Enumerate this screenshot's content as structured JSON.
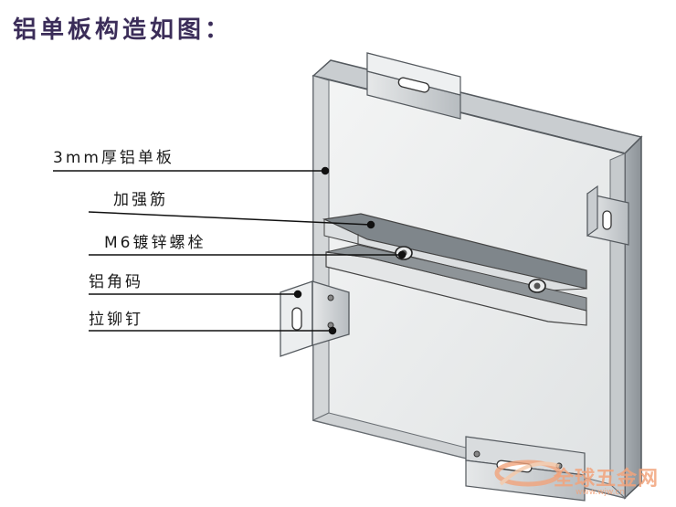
{
  "title": "铝单板构造如图：",
  "callouts": [
    {
      "id": "panel",
      "label": "3mm厚铝单板"
    },
    {
      "id": "rib",
      "label": "加强筋"
    },
    {
      "id": "bolt",
      "label": "M6镀锌螺栓"
    },
    {
      "id": "angle",
      "label": "铝角码"
    },
    {
      "id": "rivet",
      "label": "拉铆钉"
    }
  ],
  "watermark": {
    "brand": "全球五金网",
    "url": "www.wjw.cn"
  },
  "colors": {
    "title": "#3b2d59",
    "panel_face": "#eceeee",
    "panel_edge": "#9aa0a6",
    "outline": "#555a5f",
    "watermark": "#f2a47c"
  }
}
